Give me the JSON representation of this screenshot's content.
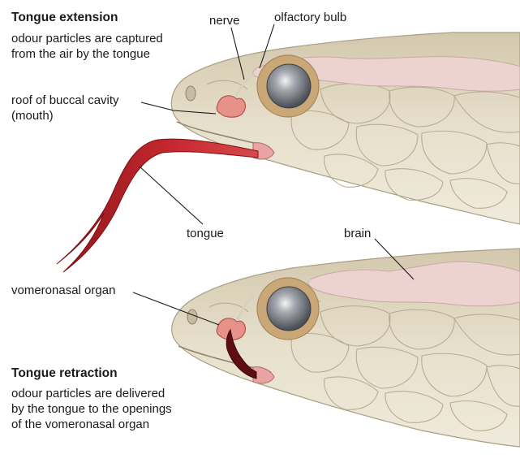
{
  "panels": {
    "extension": {
      "heading": "Tongue extension",
      "caption": "odour particles are captured\nfrom the air by the tongue"
    },
    "retraction": {
      "heading": "Tongue retraction",
      "caption": "odour particles are delivered\nby the tongue to the openings\nof the vomeronasal organ"
    }
  },
  "labels": {
    "nerve": "nerve",
    "olfactory_bulb": "olfactory bulb",
    "roof": "roof of buccal cavity\n(mouth)",
    "tongue": "tongue",
    "brain": "brain",
    "vomeronasal": "vomeronasal organ"
  },
  "colors": {
    "skin": "#e4dcc6",
    "scale_line": "#b7ac92",
    "brain": "#ecd3cf",
    "tongue": "#c0242a",
    "organ": "#e79288",
    "eye": "#8f9399"
  }
}
